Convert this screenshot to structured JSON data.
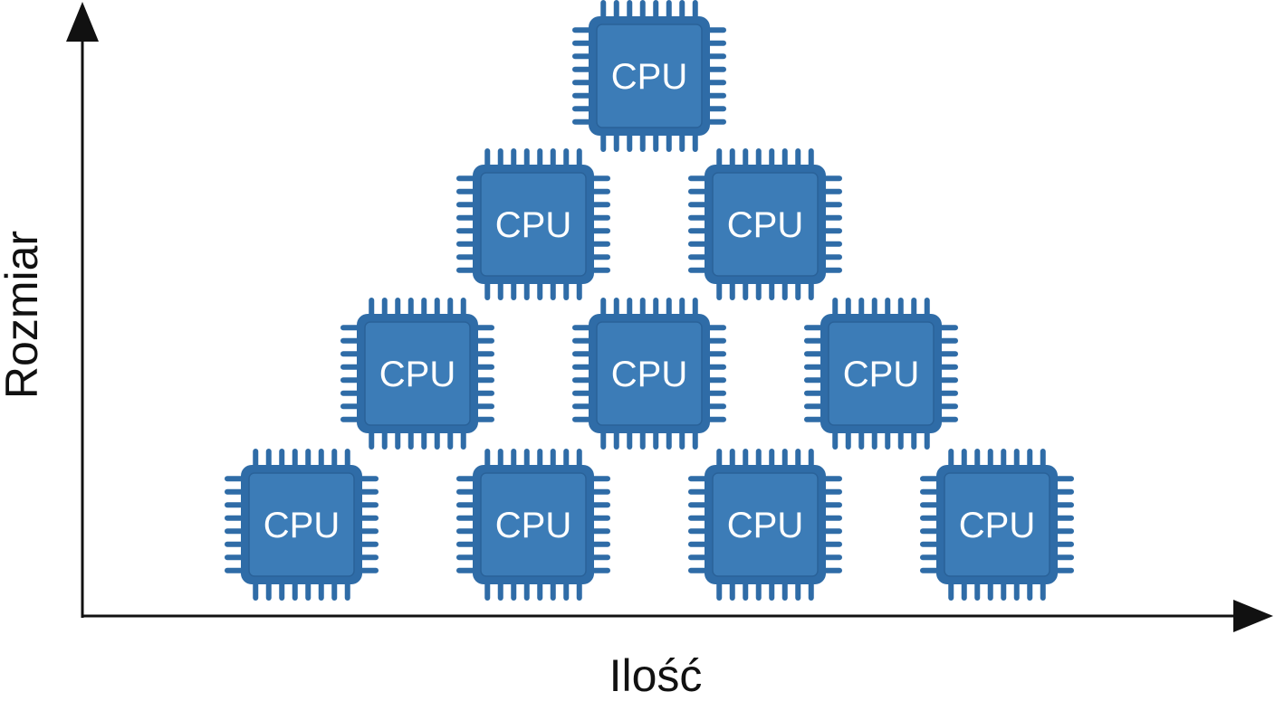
{
  "axes": {
    "x_label": "Ilość",
    "y_label": "Rozmiar"
  },
  "chips": [
    {
      "label": "CPU",
      "row": 0,
      "col": 0
    },
    {
      "label": "CPU",
      "row": 1,
      "col": 0
    },
    {
      "label": "CPU",
      "row": 1,
      "col": 1
    },
    {
      "label": "CPU",
      "row": 2,
      "col": 0
    },
    {
      "label": "CPU",
      "row": 2,
      "col": 1
    },
    {
      "label": "CPU",
      "row": 2,
      "col": 2
    },
    {
      "label": "CPU",
      "row": 3,
      "col": 0
    },
    {
      "label": "CPU",
      "row": 3,
      "col": 1
    },
    {
      "label": "CPU",
      "row": 3,
      "col": 2
    },
    {
      "label": "CPU",
      "row": 3,
      "col": 3
    }
  ],
  "colors": {
    "chip_fill": "#2f6ca7",
    "chip_die": "#3c7cb7",
    "chip_text": "#ffffff",
    "axis": "#111111"
  }
}
